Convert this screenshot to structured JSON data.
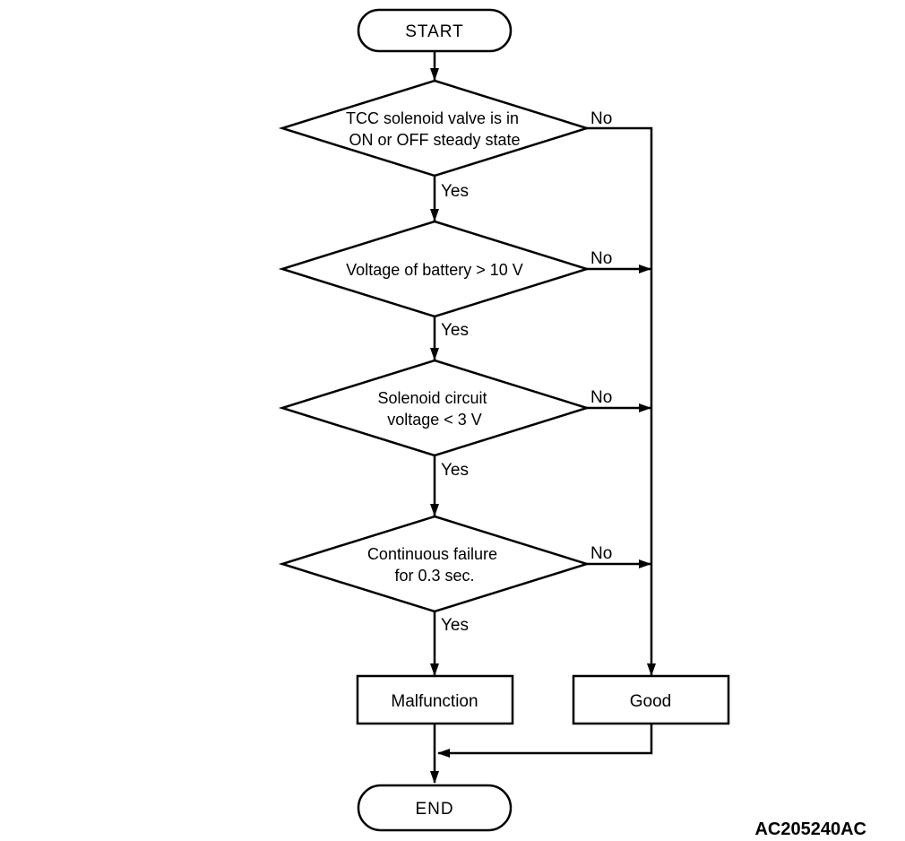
{
  "diagram": {
    "title_semantic": "TCC solenoid valve diagnostic flowchart",
    "start_label": "START",
    "end_label": "END",
    "decisions": [
      {
        "lines": [
          "TCC solenoid valve is in",
          "ON or OFF steady state"
        ],
        "yes": "Yes",
        "no": "No"
      },
      {
        "lines": [
          "Voltage of battery > 10 V"
        ],
        "yes": "Yes",
        "no": "No"
      },
      {
        "lines": [
          "Solenoid circuit",
          "voltage < 3 V"
        ],
        "yes": "Yes",
        "no": "No"
      },
      {
        "lines": [
          "Continuous failure",
          "for 0.3 sec."
        ],
        "yes": "Yes",
        "no": "No"
      }
    ],
    "outcomes": {
      "malfunction": "Malfunction",
      "good": "Good"
    },
    "figure_code": "AC205240AC",
    "colors": {
      "line": "#000000",
      "background": "#ffffff"
    }
  }
}
